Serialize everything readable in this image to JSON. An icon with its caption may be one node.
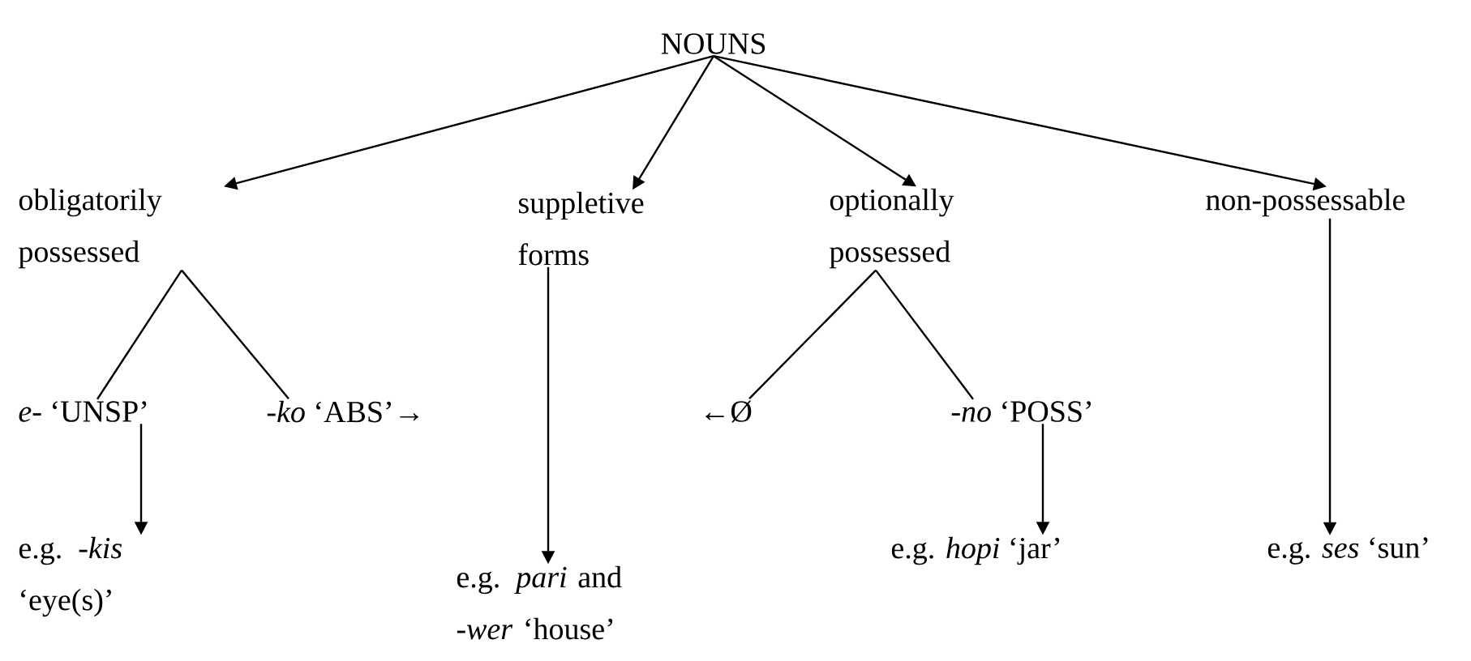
{
  "diagram": {
    "nodes": [
      {
        "text": [
          "NOUNS"
        ]
      },
      {
        "text": [
          "obligatorily possessed"
        ]
      },
      {
        "text": [
          "suppletive forms"
        ]
      },
      {
        "text": [
          "optionally possessed"
        ]
      },
      {
        "text": [
          "non-possessable"
        ]
      },
      {
        "text": [
          "*e*- ‘UNSP’"
        ]
      },
      {
        "text": [
          "-*ko* ‘ABS’→"
        ]
      },
      {
        "text": [
          "←Ø"
        ]
      },
      {
        "text": [
          "-*no* ‘POSS’"
        ]
      },
      {
        "text": [
          "e.g. -*kis* ‘eye(s)’"
        ]
      },
      {
        "text": [
          "e.g. *pari* and -*wer* ‘house’"
        ]
      },
      {
        "text": [
          "e.g. *hopi* ‘jar’"
        ]
      },
      {
        "text": [
          "e.g. *ses* ‘sun’"
        ]
      }
    ],
    "edges": [
      {
        "from": 0,
        "to": 1,
        "arrow": "to"
      },
      {
        "from": 0,
        "to": 2,
        "arrow": "to"
      },
      {
        "from": 0,
        "to": 3,
        "arrow": "to"
      },
      {
        "from": 0,
        "to": 4,
        "arrow": "to"
      },
      {
        "from": 1,
        "to": 5,
        "arrow": "none"
      },
      {
        "from": 1,
        "to": 6,
        "arrow": "none"
      },
      {
        "from": 3,
        "to": 7,
        "arrow": "none"
      },
      {
        "from": 3,
        "to": 8,
        "arrow": "none"
      },
      {
        "from": 5,
        "to": 9,
        "arrow": "to"
      },
      {
        "from": 2,
        "to": 10,
        "arrow": "to"
      },
      {
        "from": 8,
        "to": 11,
        "arrow": "to"
      },
      {
        "from": 4,
        "to": 12,
        "arrow": "to"
      }
    ]
  }
}
